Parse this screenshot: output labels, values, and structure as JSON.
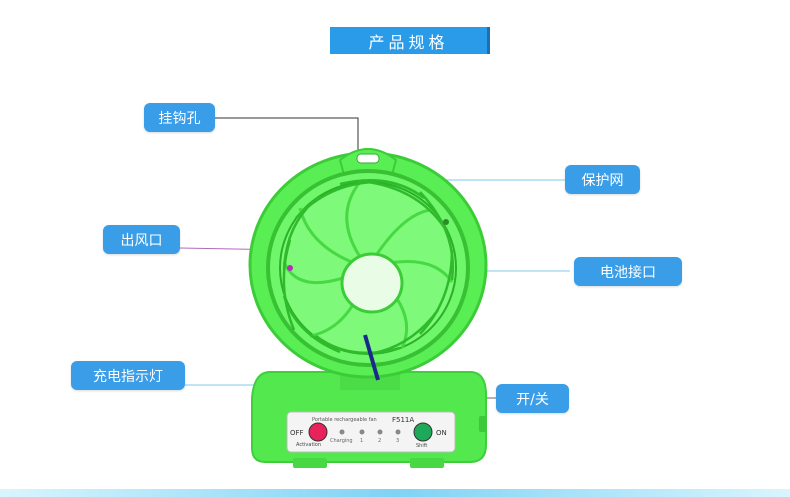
{
  "title": "产品规格",
  "callouts": {
    "hook": "挂钩孔",
    "guard": "保护网",
    "outlet": "出风口",
    "port": "电池接口",
    "indicator": "充电指示灯",
    "switch": "开/关"
  },
  "panel": {
    "brand": "Portable rechargeable fan",
    "model": "F511A",
    "off": "OFF",
    "activation": "Activation",
    "on": "ON",
    "shift": "Shift",
    "charging": "Charging",
    "l1": "1",
    "l2": "2",
    "l3": "3"
  },
  "colors": {
    "accent": "#3a9de8",
    "fan_green": "#5ef05a",
    "off_button": "#e8235a",
    "on_button": "#1ea85a"
  }
}
